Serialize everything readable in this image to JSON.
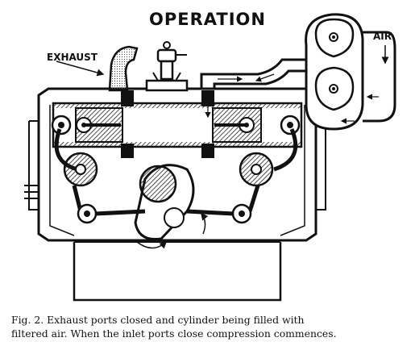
{
  "heading": "OPERATION",
  "labels": {
    "exhaust": "EXHAUST",
    "air": "AIR"
  },
  "caption": {
    "line1": "Fig. 2.  Exhaust ports closed and cylinder being filled with",
    "line2": "filtered air. When the inlet ports close compression commences."
  },
  "colors": {
    "ink": "#111111",
    "paper": "#ffffff",
    "shade": "#888888"
  }
}
